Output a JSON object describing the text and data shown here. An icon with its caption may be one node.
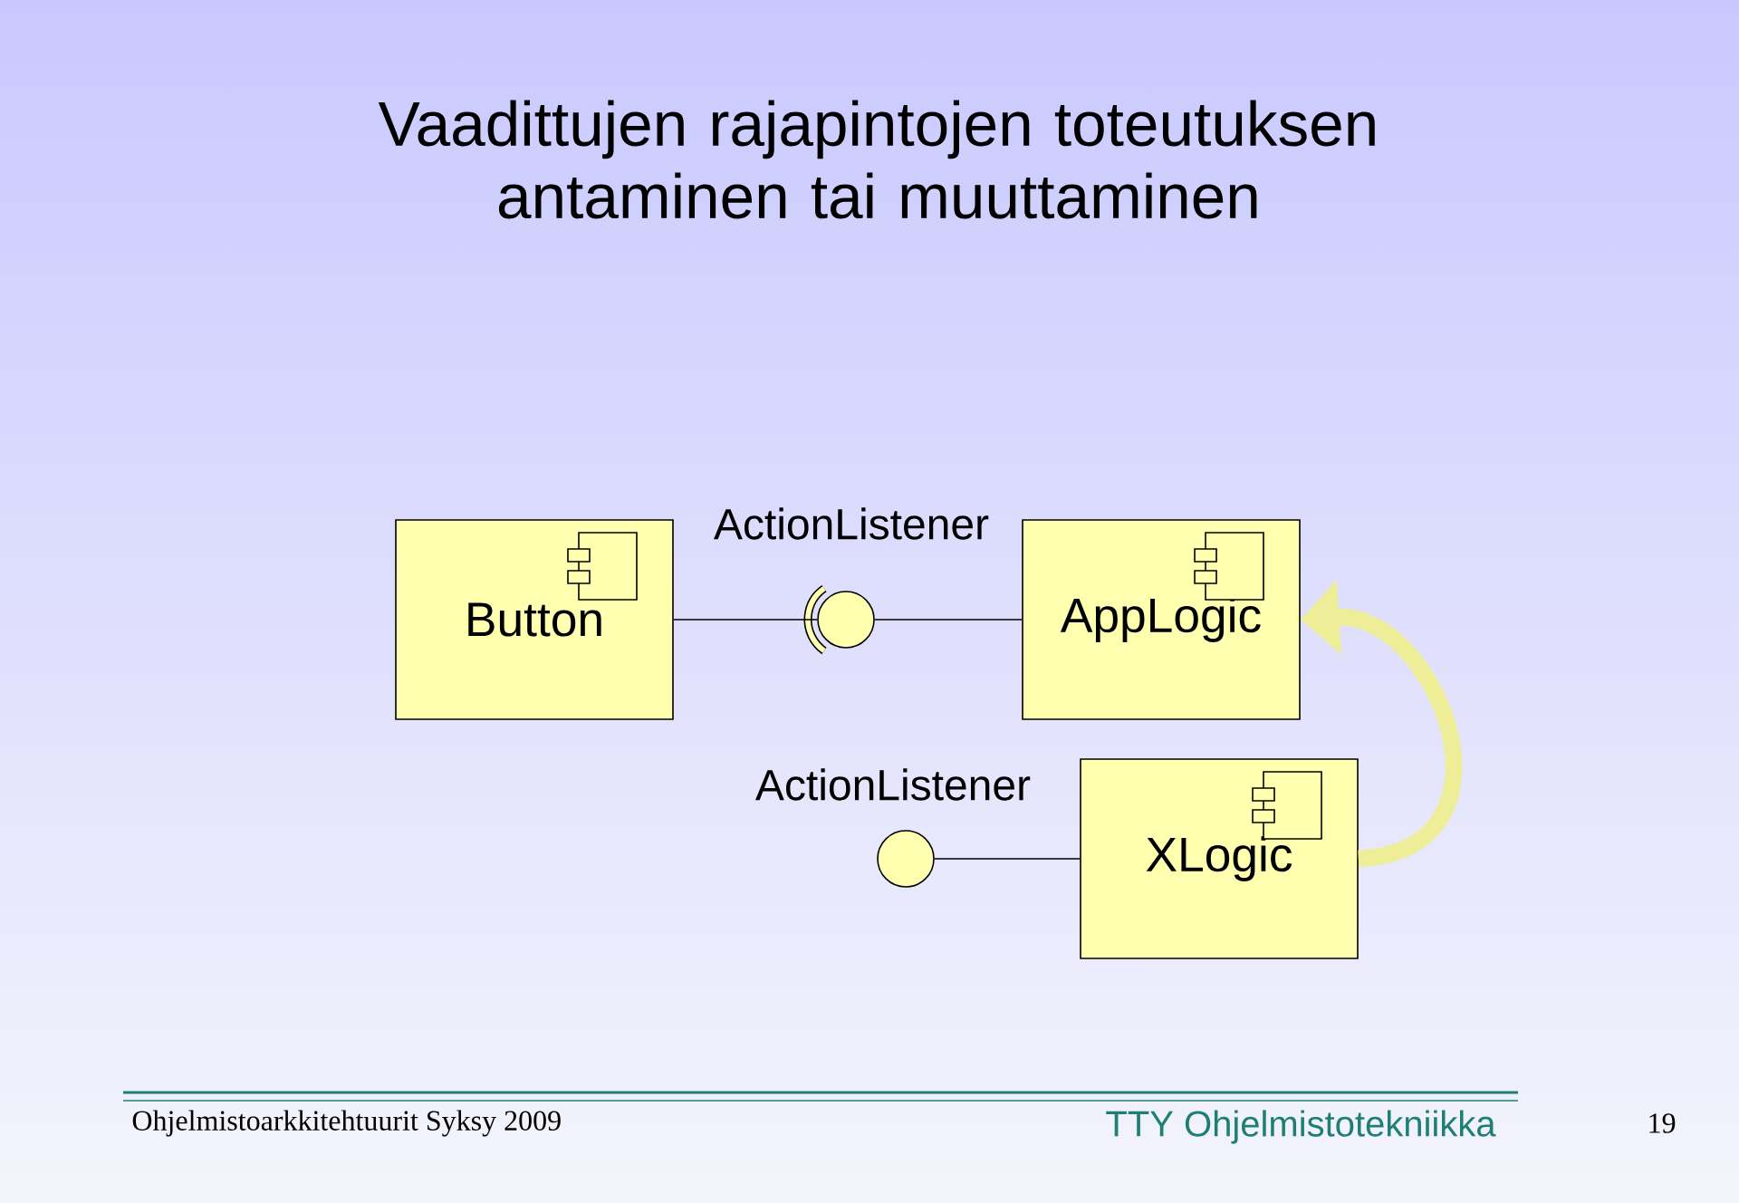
{
  "diagram": {
    "title": "Vaadittujen rajapintojen toteutuksen antaminen tai muuttaminen",
    "nodes": [
      {
        "text": [
          "Button"
        ]
      },
      {
        "text": [
          "AppLogic"
        ]
      },
      {
        "text": [],
        "shape": "circle",
        "beside": [
          "ActionListener"
        ]
      },
      {
        "text": [
          "XLogic"
        ]
      },
      {
        "text": [],
        "shape": "circle",
        "beside": [
          "ActionListener"
        ]
      }
    ],
    "edges": [
      {
        "from": 0,
        "to": 2,
        "arrow": "none"
      },
      {
        "from": 2,
        "to": 1,
        "arrow": "none"
      },
      {
        "from": 4,
        "to": 3,
        "arrow": "none"
      },
      {
        "from": 3,
        "to": 1,
        "arrow": "to",
        "style": "thick",
        "color": "#eeee99"
      }
    ],
    "labels": [
      "Ohjelmistoarkkitehtuurit Syksy 2009",
      "TTY Ohjelmistotekniikka",
      "19"
    ]
  }
}
